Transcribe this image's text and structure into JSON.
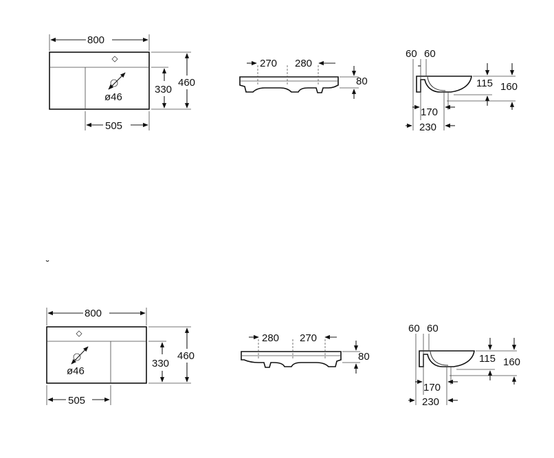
{
  "v1": {
    "plan": {
      "width": "800",
      "depth": "460",
      "bowl_depth": "330",
      "bowl_width": "505",
      "drain": "ø46"
    },
    "front": {
      "left_dim": "270",
      "right_dim": "280",
      "height": "80"
    },
    "side": {
      "top_a": "60",
      "top_b": "60",
      "h1": "115",
      "h2": "160",
      "d1": "170",
      "d2": "230"
    }
  },
  "v2": {
    "plan": {
      "width": "800",
      "depth": "460",
      "bowl_depth": "330",
      "bowl_width": "505",
      "drain": "ø46"
    },
    "front": {
      "left_dim": "280",
      "right_dim": "270",
      "height": "80"
    },
    "side": {
      "top_a": "60",
      "top_b": "60",
      "h1": "115",
      "h2": "160",
      "d1": "170",
      "d2": "230"
    }
  },
  "stray_mark": "˘"
}
